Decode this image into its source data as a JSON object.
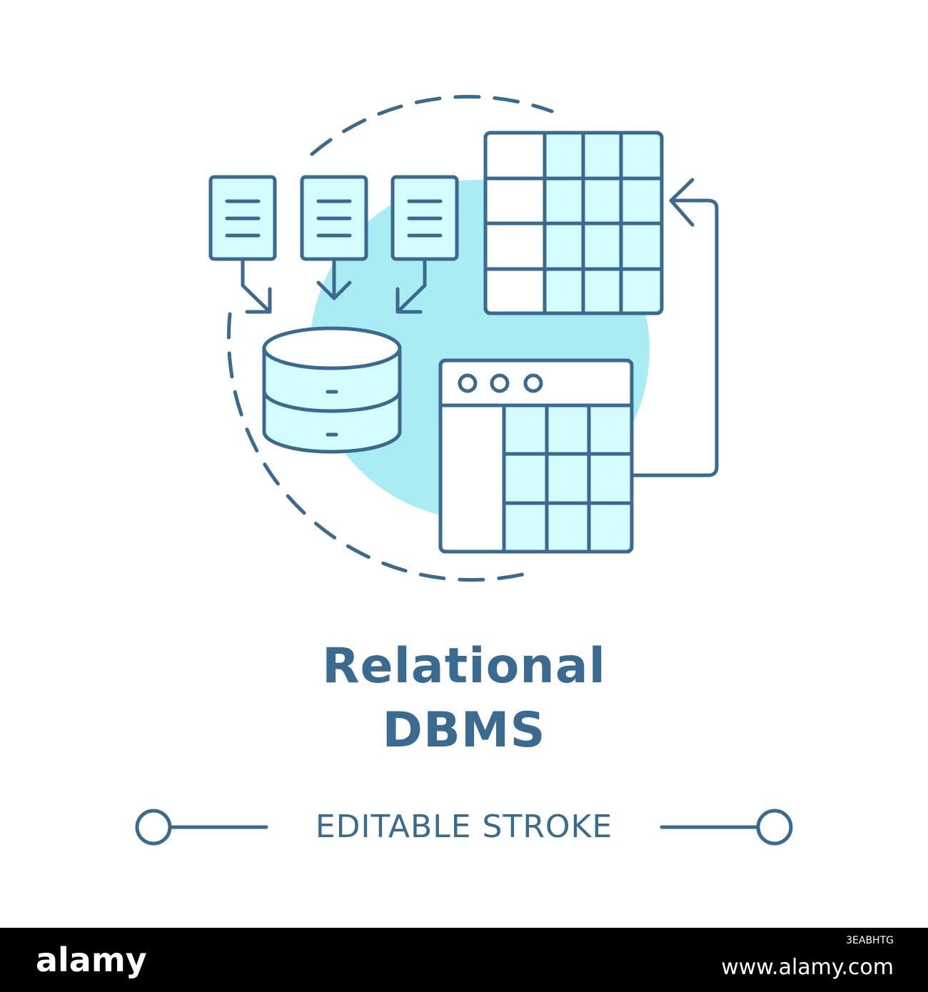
{
  "title": {
    "line1": "Relational",
    "line2": "DBMS"
  },
  "subtitle": "EDITABLE STROKE",
  "footer": {
    "logo": "alamy",
    "image_id": "3EABHTG",
    "site": "www.alamy.com"
  },
  "colors": {
    "stroke": "#3a6a90",
    "fill_light": "#d4fbfd",
    "accent_circle": "#a9ecf3",
    "background": "#ffffff",
    "footer_bg": "#000000",
    "footer_text": "#ffffff"
  },
  "icons": [
    "document-icon",
    "database-icon",
    "table-icon",
    "browser-window-icon",
    "arrow-icon"
  ]
}
